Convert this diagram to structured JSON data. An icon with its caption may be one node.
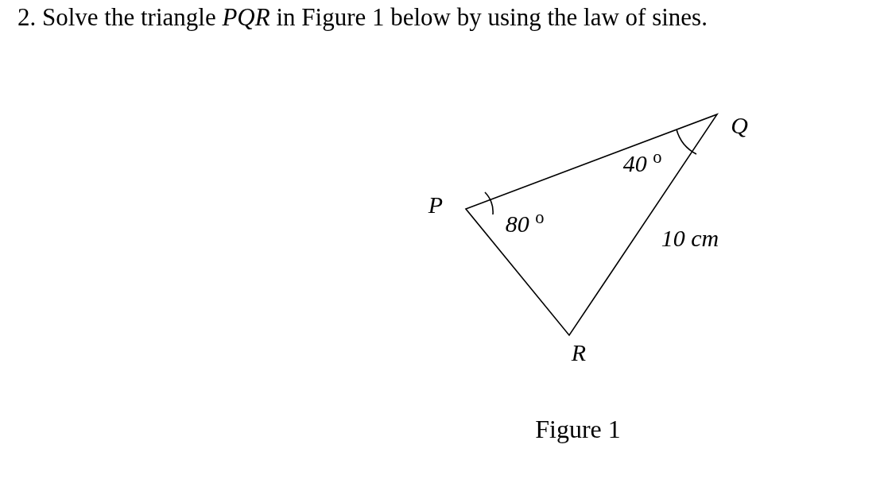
{
  "diagram": {
    "title": "2. Solve the triangle *PQR* in Figure 1 below by using the law of sines.",
    "caption": "Figure 1",
    "labels": [
      "*Q*",
      "*40* $^{o}$",
      "*P*",
      "*80* $^{o}$",
      "*10 cm*",
      "*R*"
    ]
  }
}
